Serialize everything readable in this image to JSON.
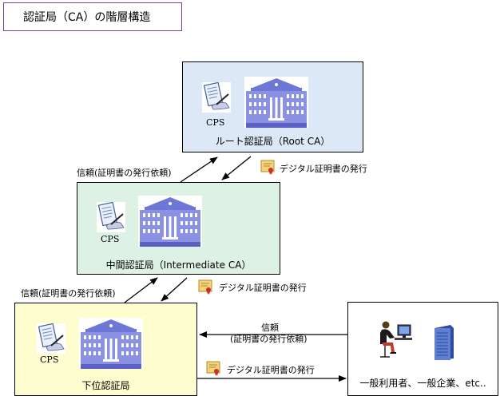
{
  "title": "認証局（CA）の階層構造",
  "root": {
    "label": "ルート認証局（Root CA）",
    "cps": "CPS"
  },
  "intermediate": {
    "label": "中間認証局（Intermediate CA）",
    "cps": "CPS"
  },
  "subordinate": {
    "label": "下位認証局",
    "cps": "CPS"
  },
  "users": {
    "label": "一般利用者、一般企業、etc.."
  },
  "arrows": {
    "trust_request_1": "信頼(証明書の発行依頼)",
    "trust_request_2": "信頼(証明書の発行依頼)",
    "trust_user_line1": "信頼",
    "trust_user_line2": "(証明書の発行依頼)",
    "issue_1": "デジタル証明書の発行",
    "issue_2": "デジタル証明書の発行",
    "issue_3": "デジタル証明書の発行"
  },
  "colors": {
    "root_fill": "#dce8f5",
    "intermediate_fill": "#ddf2e5",
    "subordinate_fill": "#fdfdd0",
    "building": "#6e76d6",
    "title_border": "#7b3fa5"
  },
  "icons": [
    "document-pen-icon",
    "bank-building-icon",
    "certificate-icon",
    "person-at-computer-icon",
    "server-icon"
  ]
}
